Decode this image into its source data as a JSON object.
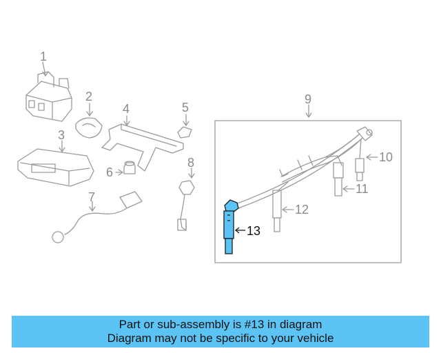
{
  "diagram": {
    "callouts": [
      {
        "id": "1",
        "label": "1"
      },
      {
        "id": "2",
        "label": "2"
      },
      {
        "id": "3",
        "label": "3"
      },
      {
        "id": "4",
        "label": "4"
      },
      {
        "id": "5",
        "label": "5"
      },
      {
        "id": "6",
        "label": "6"
      },
      {
        "id": "7",
        "label": "7"
      },
      {
        "id": "8",
        "label": "8"
      },
      {
        "id": "9",
        "label": "9"
      },
      {
        "id": "10",
        "label": "10"
      },
      {
        "id": "11",
        "label": "11"
      },
      {
        "id": "12",
        "label": "12"
      },
      {
        "id": "13",
        "label": "13"
      }
    ],
    "highlighted_part": "13",
    "colors": {
      "line": "#9a9a9a",
      "highlight_fill": "#5bc4f5",
      "highlight_stroke": "#1a1a1a",
      "caption_bg": "#5bc4f5"
    }
  },
  "caption": {
    "line1": "Part or sub-assembly is #13 in diagram",
    "line2": "Diagram may not be specific to your vehicle"
  }
}
